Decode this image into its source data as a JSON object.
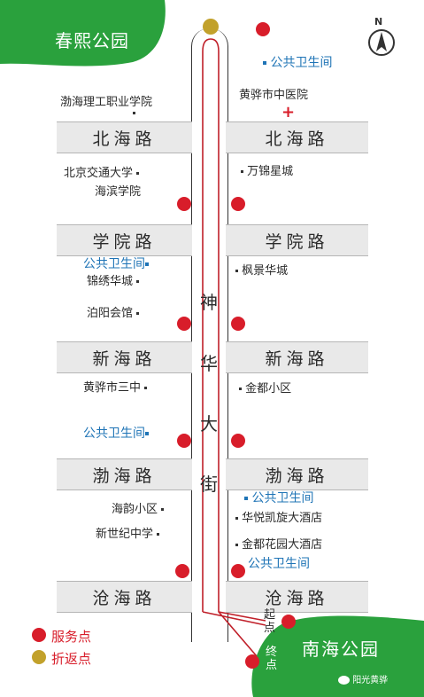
{
  "parks": {
    "top_left": "春熙公园",
    "bottom_right": "南海公园"
  },
  "compass_letter": "N",
  "main_street": [
    "神",
    "华",
    "大",
    "街"
  ],
  "roads": [
    "北海路",
    "学院路",
    "新海路",
    "渤海路",
    "沧海路"
  ],
  "places": {
    "toilet": "公共卫生间",
    "bohai_tech": "渤海理工职业学院",
    "tcm_hospital": "黄骅市中医院",
    "bjtu": "北京交通大学",
    "haibin": "海滨学院",
    "wanjin": "万锦星城",
    "jinxiu": "锦绣华城",
    "fengjing": "枫景华城",
    "boyang": "泊阳会馆",
    "no3_school": "黄骅市三中",
    "jindu_district": "金都小区",
    "haiyun": "海韵小区",
    "new_century": "新世纪中学",
    "huayue_hotel": "华悦凯旋大酒店",
    "jindu_hotel": "金都花园大酒店"
  },
  "start_end": {
    "start": [
      "起",
      "点"
    ],
    "end": [
      "终",
      "点"
    ]
  },
  "legend": {
    "service": "服务点",
    "turnaround": "折返点"
  },
  "watermark": "阳光黄骅",
  "colors": {
    "park_green": "#2aa13d",
    "service_red": "#d81d2a",
    "turn_gold": "#c2a12b",
    "toilet_blue": "#1f74b6",
    "route_red": "#c0202a"
  }
}
